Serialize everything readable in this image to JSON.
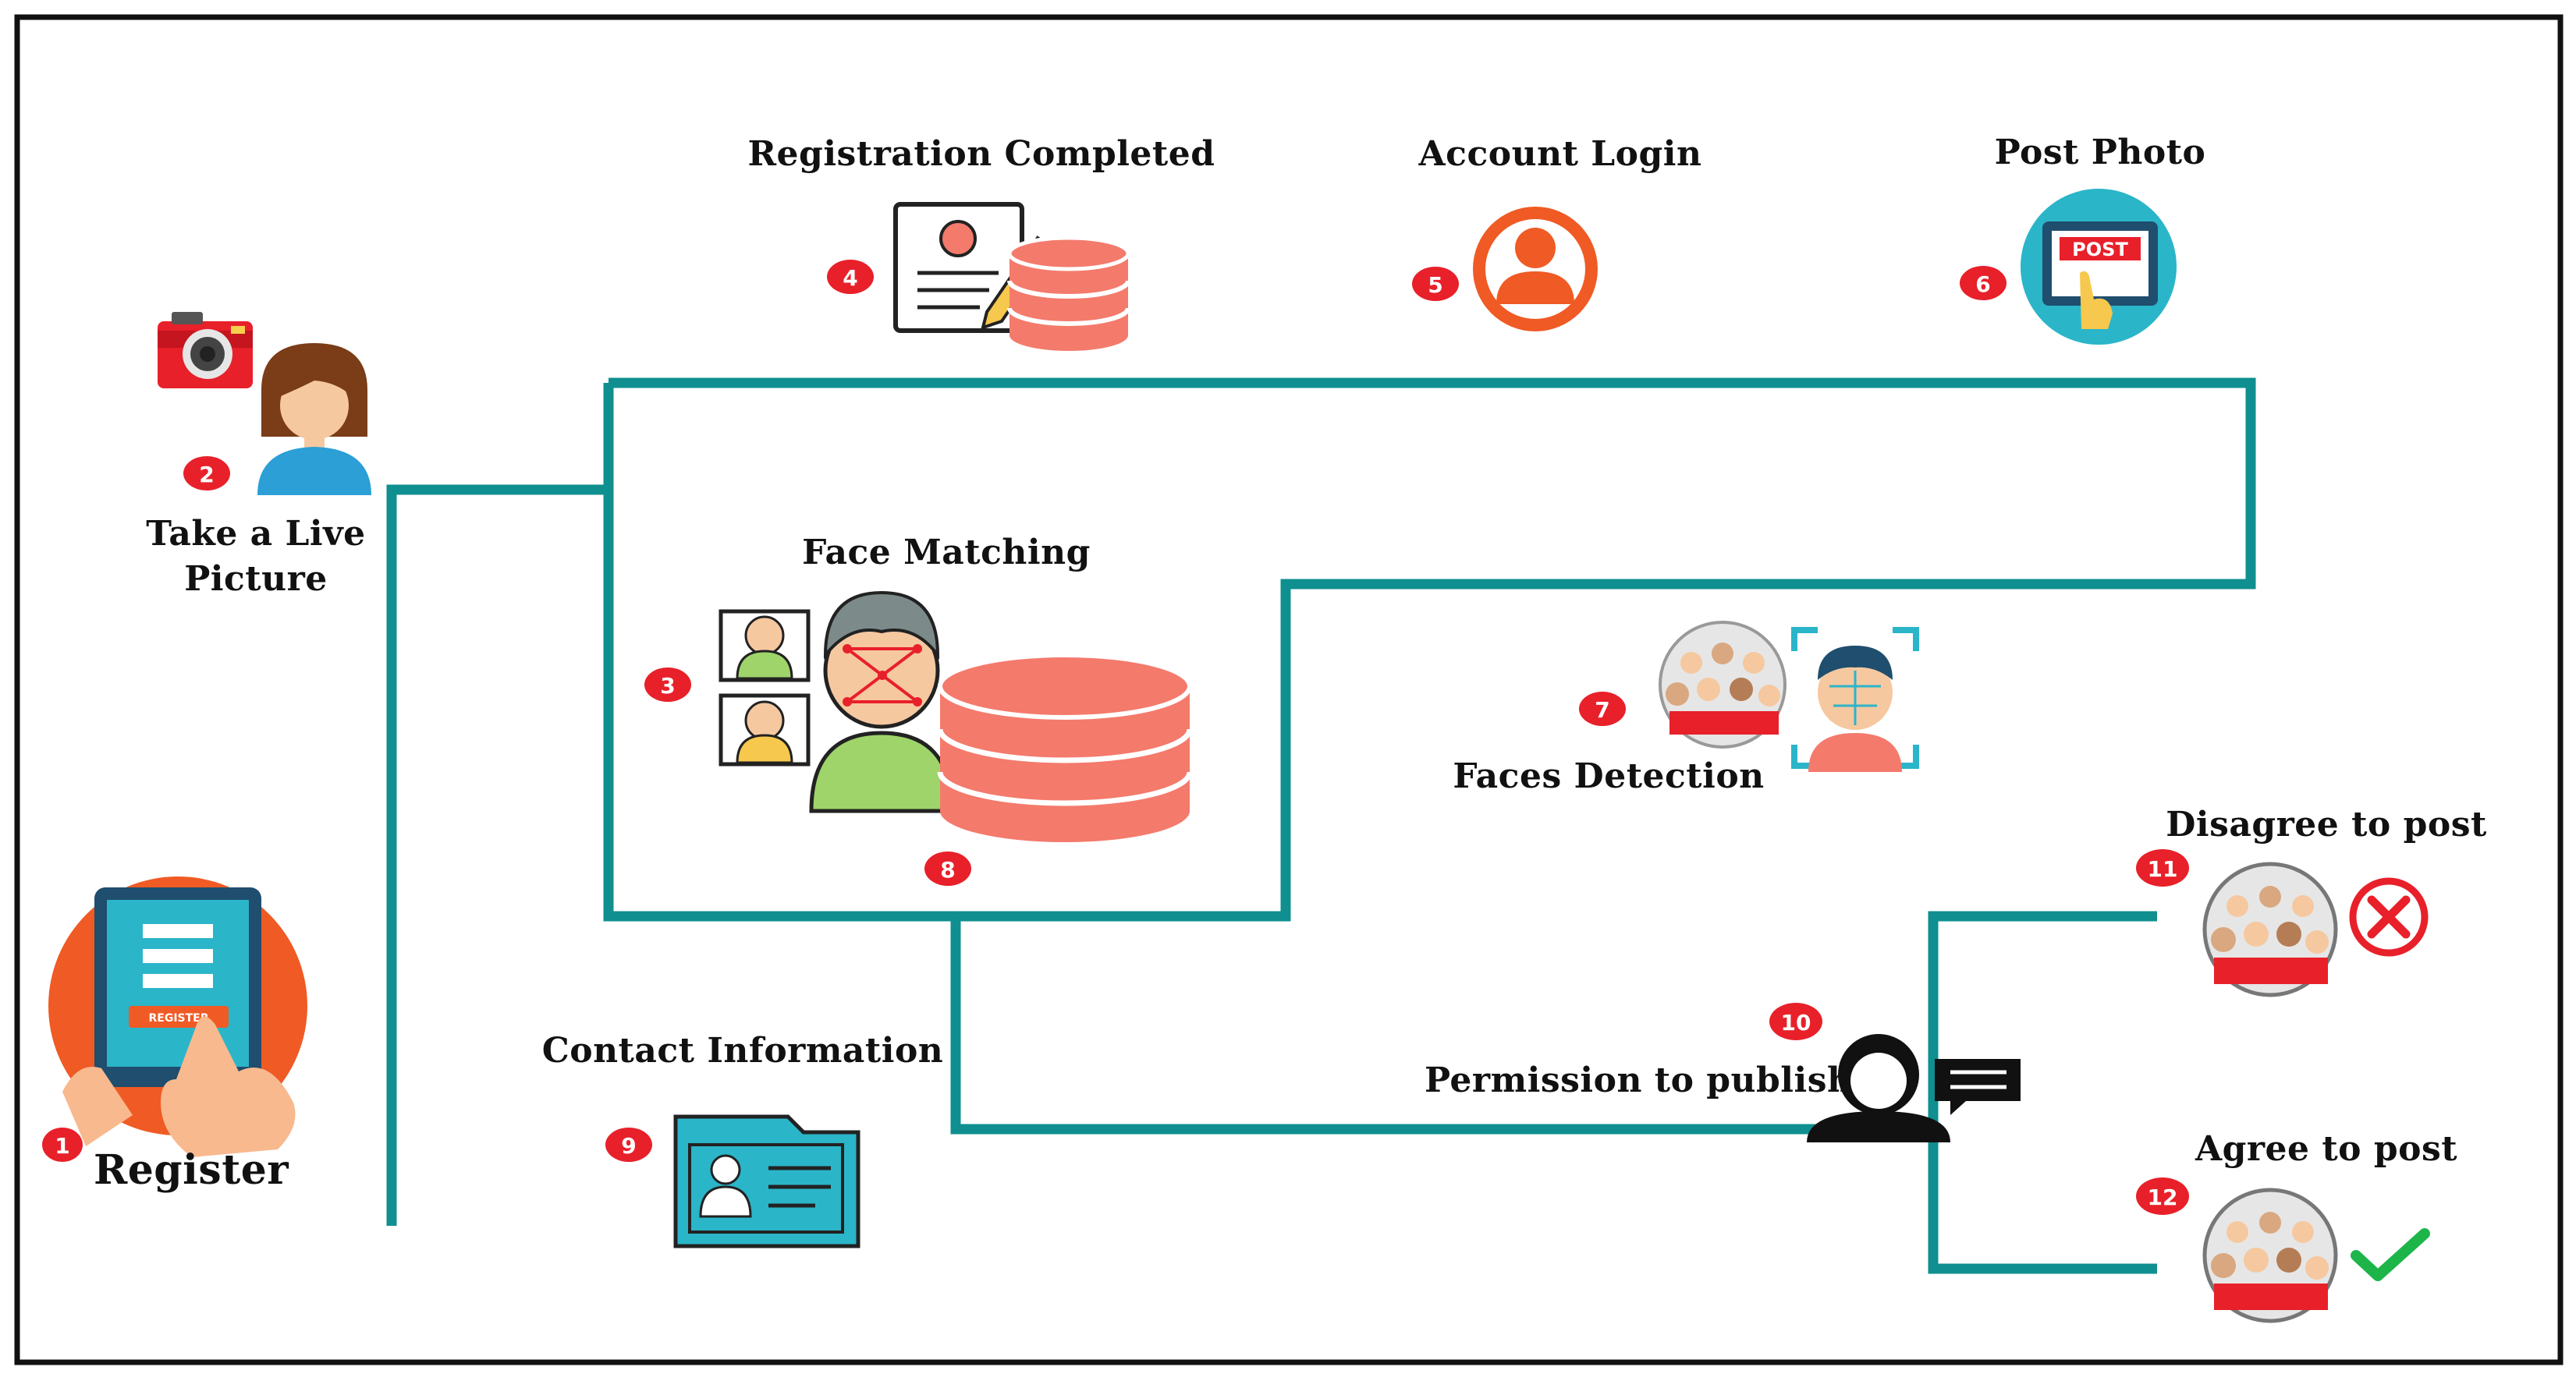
{
  "labels": {
    "register": "Register",
    "take_live_picture": "Take a Live Picture",
    "face_matching": "Face Matching",
    "registration_completed": "Registration Completed",
    "account_login": "Account Login",
    "post_photo": "Post Photo",
    "faces_detection": "Faces Detection",
    "contact_information": "Contact Information",
    "permission_to_publish": "Permission to publish",
    "disagree_to_post": "Disagree to post",
    "agree_to_post": "Agree to post",
    "register_button_text": "REGISTER",
    "post_sign_text": "POST"
  },
  "steps": {
    "s1": "1",
    "s2": "2",
    "s3": "3",
    "s4": "4",
    "s5": "5",
    "s6": "6",
    "s7": "7",
    "s8": "8",
    "s9": "9",
    "s10": "10",
    "s11": "11",
    "s12": "12"
  },
  "colors": {
    "connector": "#0f8f8f",
    "badge": "#e8202a",
    "accent_orange": "#f05a24",
    "database": "#f47a6c",
    "tablet": "#1f4e6e",
    "teal_screen": "#2bb5c9",
    "check": "#1db54a",
    "reject": "#e8202a"
  },
  "icons": {
    "register": "tablet-register-icon",
    "camera": "camera-icon",
    "person": "woman-avatar-icon",
    "face_matching": "face-scan-icon",
    "database": "database-icon",
    "registration": "form-document-icon",
    "account": "user-profile-icon",
    "post": "post-tablet-icon",
    "crowd": "crowd-icon",
    "face_detection": "face-recognition-icon",
    "contact": "contact-card-icon",
    "user_chat": "user-message-icon",
    "reject": "cross-icon",
    "accept": "check-icon"
  }
}
